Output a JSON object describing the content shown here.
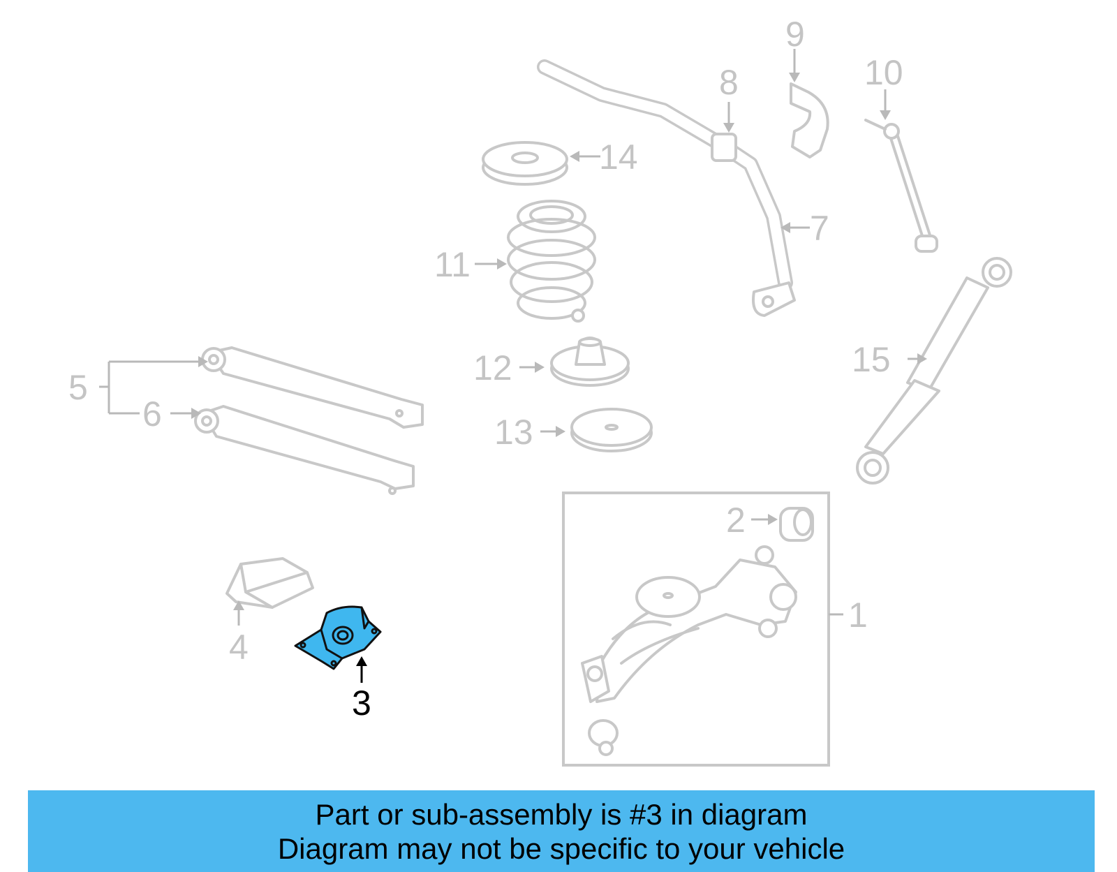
{
  "diagram": {
    "callouts": [
      "1",
      "2",
      "3",
      "4",
      "5",
      "6",
      "7",
      "8",
      "9",
      "10",
      "11",
      "12",
      "13",
      "14",
      "15"
    ],
    "highlighted_part": "3",
    "colors": {
      "highlight": "#3fb7ef",
      "banner": "#4db8ef",
      "line_art": "#c8c8c8"
    }
  },
  "banner": {
    "line1": "Part or sub-assembly is #3 in diagram",
    "line2": "Diagram may not be specific to your vehicle"
  }
}
